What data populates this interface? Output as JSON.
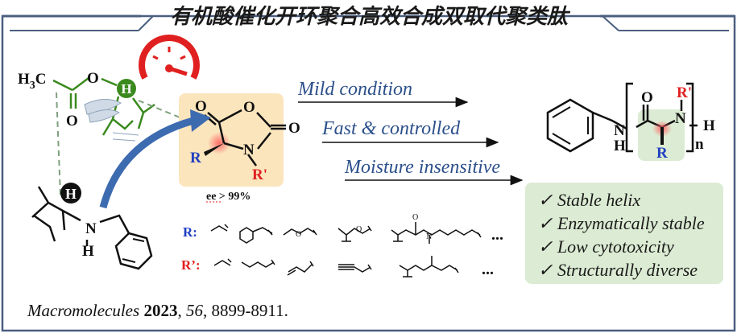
{
  "title": "有机酸催化开环聚合高效合成双取代聚类肽",
  "conditions": [
    "Mild condition",
    "Fast & controlled",
    "Moisture insensitive"
  ],
  "features": [
    "Stable helix",
    "Enzymatically stable",
    "Low cytotoxicity",
    "Structurally diverse"
  ],
  "ee_text": "ee > 99%",
  "r_label": "R:",
  "rprime_label": "R’:",
  "ellipsis": "...",
  "citation": {
    "journal": "Macromolecules",
    "year": "2023",
    "volume": "56",
    "pages": ", 8899-8911."
  },
  "catalyst": {
    "h3c": "H",
    "sub3": "3",
    "c": "C",
    "o_dbl": "O",
    "o_single": "O",
    "h": "H"
  },
  "monomer": {
    "o_top": "O",
    "o_ring": "O",
    "o_right": "O",
    "n": "N",
    "r": "R",
    "rp": "R'"
  },
  "initiator": {
    "h": "H",
    "n": "N",
    "nh": "H"
  },
  "product": {
    "n": "N",
    "h": "H",
    "o": "O",
    "n2": "N",
    "rp": "R'",
    "h_end": "H",
    "sub_n": "n",
    "r": "R"
  },
  "colors": {
    "title_bar": "#4a5f80",
    "acid": "#3a8a1e",
    "monomer_bg": "#fbe5bd",
    "feature_bg": "#dcebd3",
    "arrow": "#3d6bb0",
    "gauge": "#e02020",
    "r_blue": "#1f3fc0",
    "r_red": "#e02020"
  }
}
